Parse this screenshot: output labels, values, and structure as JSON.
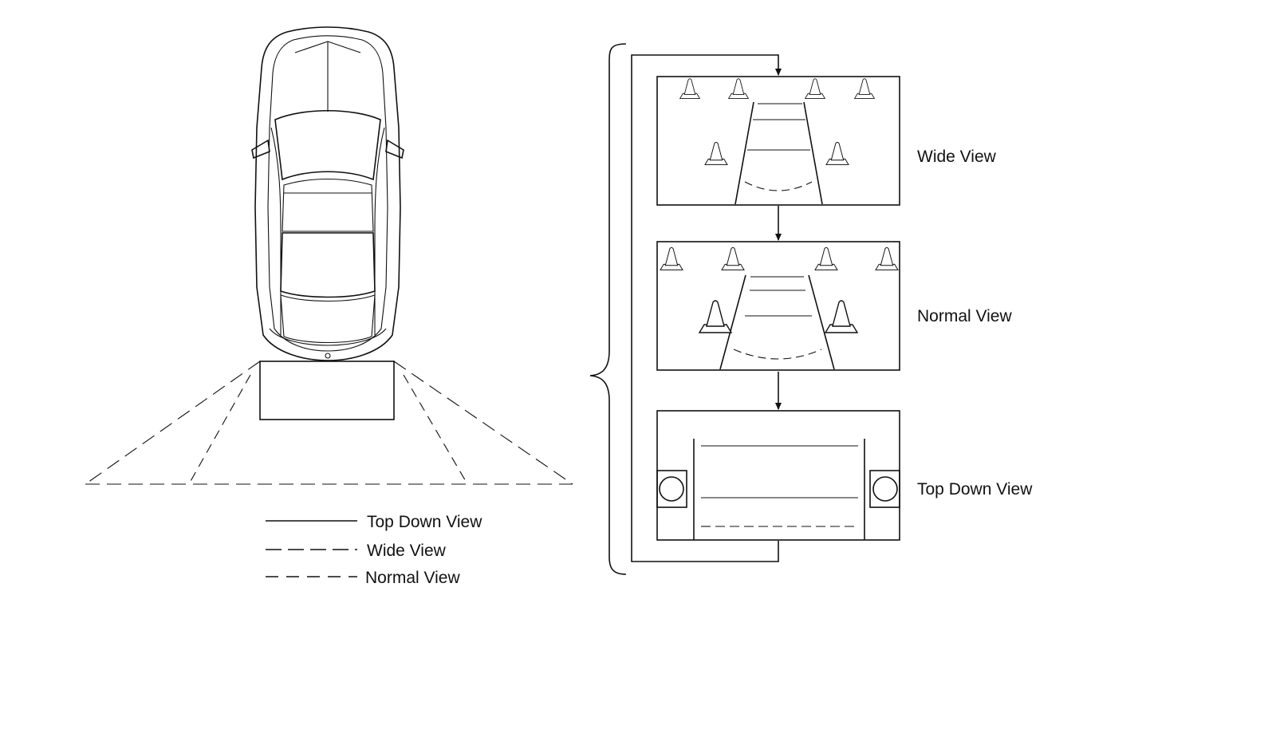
{
  "diagram": {
    "legend": [
      {
        "label": "Top Down View",
        "style": "solid"
      },
      {
        "label": "Wide View",
        "style": "long-dash"
      },
      {
        "label": "Normal View",
        "style": "medium-dash"
      }
    ],
    "panels": [
      {
        "label": "Wide View"
      },
      {
        "label": "Normal View"
      },
      {
        "label": "Top Down View"
      }
    ]
  }
}
